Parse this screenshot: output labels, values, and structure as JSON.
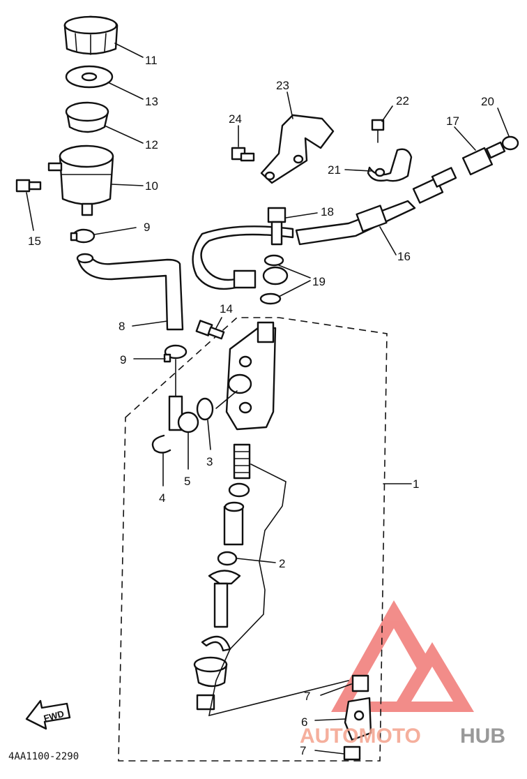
{
  "diagram": {
    "part_code": "4AA1100-2290",
    "fwd_label": "FWD",
    "callouts": [
      "1",
      "2",
      "3",
      "4",
      "5",
      "6",
      "7",
      "7",
      "8",
      "9",
      "9",
      "10",
      "11",
      "12",
      "13",
      "14",
      "15",
      "16",
      "17",
      "18",
      "19",
      "20",
      "21",
      "22",
      "23",
      "24"
    ],
    "colors": {
      "ink": "#111111",
      "watermark": "#e8302a",
      "watermark_text": "#f4a28c"
    }
  },
  "watermark": {
    "brand_part1": "AUTOMOTO",
    "brand_part2": "HUB"
  }
}
